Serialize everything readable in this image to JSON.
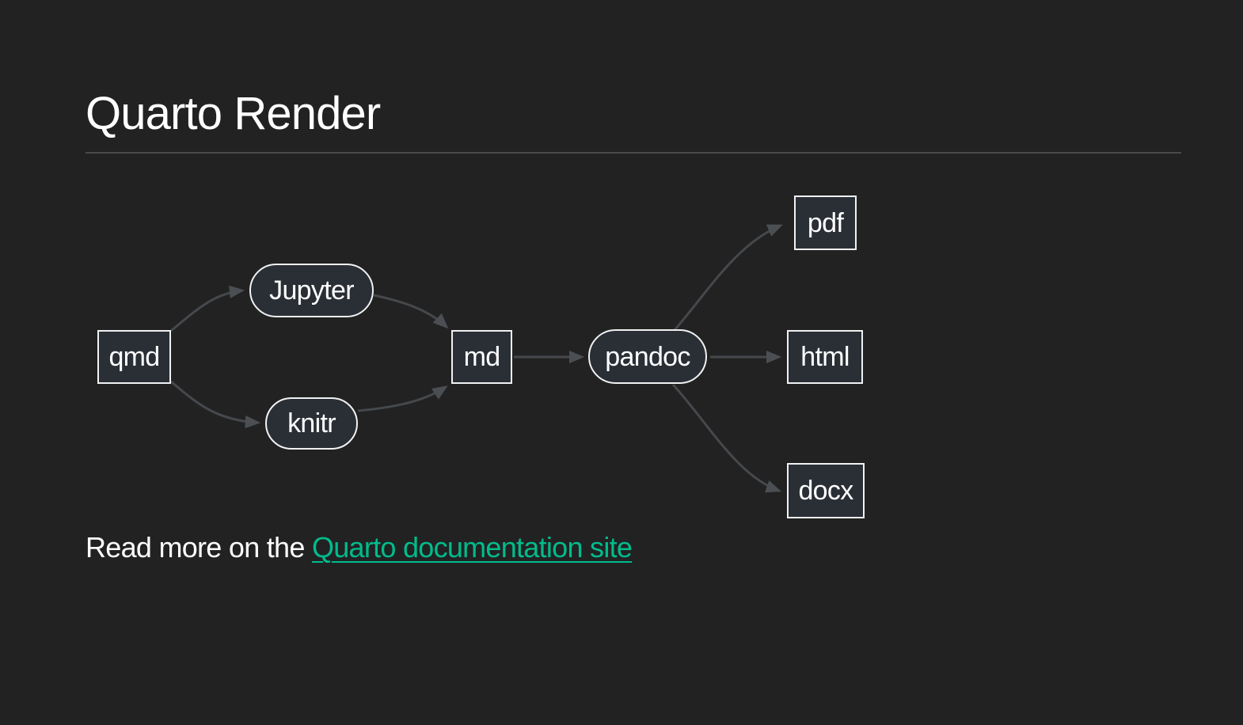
{
  "page": {
    "title": "Quarto Render"
  },
  "diagram": {
    "type": "flowchart-left-to-right",
    "nodes": {
      "qmd": {
        "label": "qmd",
        "shape": "rect"
      },
      "jupyter": {
        "label": "Jupyter",
        "shape": "stadium"
      },
      "knitr": {
        "label": "knitr",
        "shape": "stadium"
      },
      "md": {
        "label": "md",
        "shape": "rect"
      },
      "pandoc": {
        "label": "pandoc",
        "shape": "stadium"
      },
      "pdf": {
        "label": "pdf",
        "shape": "rect"
      },
      "html": {
        "label": "html",
        "shape": "rect"
      },
      "docx": {
        "label": "docx",
        "shape": "rect"
      }
    },
    "edges": [
      {
        "from": "qmd",
        "to": "jupyter"
      },
      {
        "from": "qmd",
        "to": "knitr"
      },
      {
        "from": "jupyter",
        "to": "md"
      },
      {
        "from": "knitr",
        "to": "md"
      },
      {
        "from": "md",
        "to": "pandoc"
      },
      {
        "from": "pandoc",
        "to": "pdf"
      },
      {
        "from": "pandoc",
        "to": "html"
      },
      {
        "from": "pandoc",
        "to": "docx"
      }
    ]
  },
  "footer": {
    "text_before_link": "Read more on the ",
    "link_label": "Quarto documentation site"
  },
  "colors": {
    "background": "#222222",
    "node_fill": "#2a2f36",
    "node_border": "#f0f1f2",
    "node_text": "#ffffff",
    "edge_line": "#45484c",
    "arrowhead": "#4b4f53",
    "heading_text": "#ffffff",
    "body_text": "#ffffff",
    "link": "#00bc8c",
    "divider": "#4a4a4a"
  }
}
